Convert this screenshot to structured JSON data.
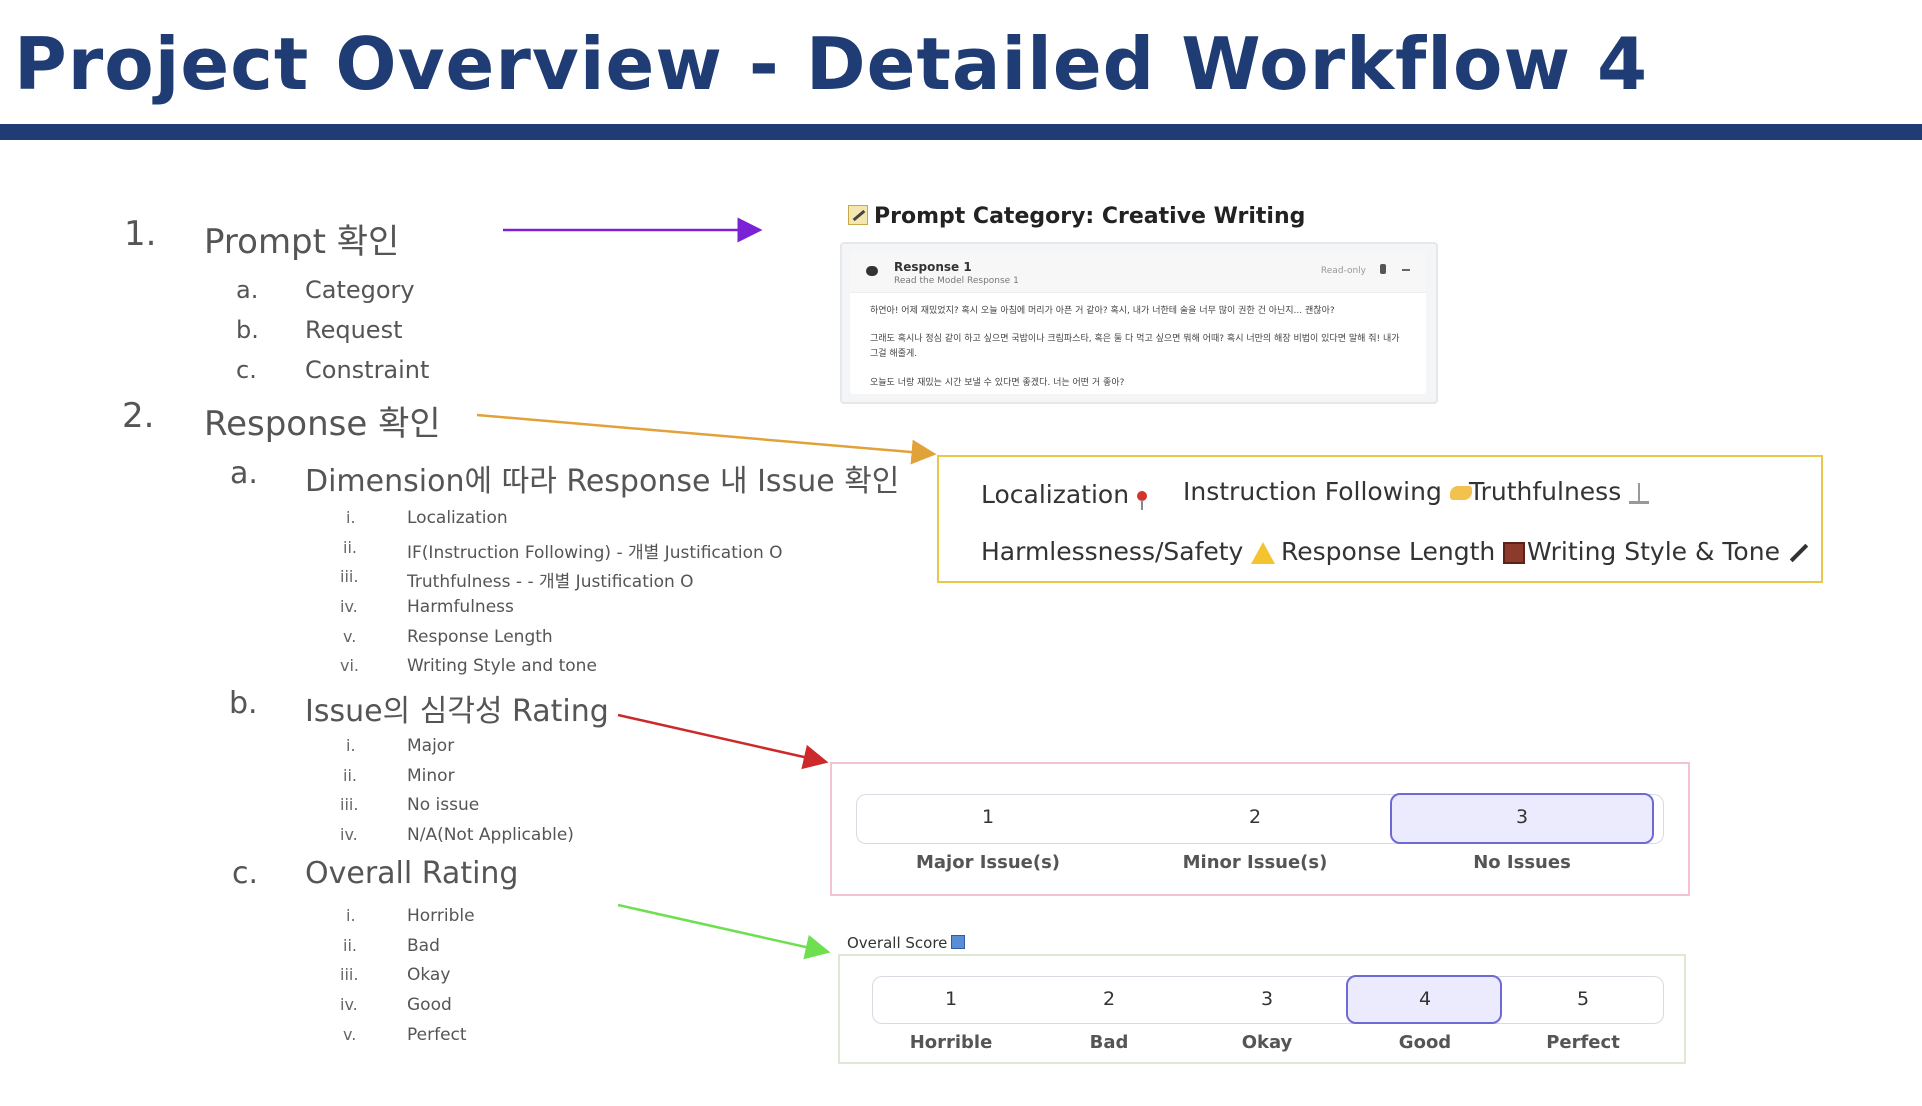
{
  "title": "Project Overview - Detailed Workflow 4",
  "outline": {
    "item1": {
      "num": "1.",
      "label": "Prompt 확인",
      "subs": [
        {
          "letter": "a.",
          "label": "Category"
        },
        {
          "letter": "b.",
          "label": "Request"
        },
        {
          "letter": "c.",
          "label": "Constraint"
        }
      ]
    },
    "item2": {
      "num": "2.",
      "label": "Response 확인",
      "a": {
        "letter": "a.",
        "label": "Dimension에 따라 Response 내 Issue 확인",
        "items": [
          {
            "num": "i.",
            "label": "Localization"
          },
          {
            "num": "ii.",
            "label": "IF(Instruction Following) - 개별 Justification O"
          },
          {
            "num": "iii.",
            "label": "Truthfulness -  - 개별 Justification O"
          },
          {
            "num": "iv.",
            "label": "Harmfulness"
          },
          {
            "num": "v.",
            "label": "Response Length"
          },
          {
            "num": "vi.",
            "label": "Writing Style and tone"
          }
        ]
      },
      "b": {
        "letter": "b.",
        "label": "Issue의 심각성 Rating",
        "items": [
          {
            "num": "i.",
            "label": "Major"
          },
          {
            "num": "ii.",
            "label": "Minor"
          },
          {
            "num": "iii.",
            "label": "No issue"
          },
          {
            "num": "iv.",
            "label": "N/A(Not Applicable)"
          }
        ]
      },
      "c": {
        "letter": "c.",
        "label": "Overall Rating",
        "items": [
          {
            "num": "i.",
            "label": "Horrible"
          },
          {
            "num": "ii.",
            "label": "Bad"
          },
          {
            "num": "iii.",
            "label": "Okay"
          },
          {
            "num": "iv.",
            "label": "Good"
          },
          {
            "num": "v.",
            "label": "Perfect"
          }
        ]
      }
    }
  },
  "prompt_category": "Prompt Category: Creative Writing",
  "response_card": {
    "title": "Response 1",
    "subtitle": "Read the Model Response 1",
    "status": "Read-only",
    "para1": "하연아! 어제 재밌었지? 혹시 오늘 아침에 머리가 아픈 거 같아? 혹시, 내가 너한테 술을 너무 많이 권한 건 아닌지... 괜찮아?",
    "para2": "그래도 혹시나 정심 같이 하고 싶으면 국밥이나 크림파스타, 혹은 둘 다 먹고 싶으면 뭐해 어때? 혹시 너만의 해장 비법이 있다면 말해 줘! 내가 그걸 해줄게.",
    "para3": "오늘도 너랑 재밌는 시간 보낼 수 있다면 좋겠다. 너는 어떤 거 좋아?"
  },
  "dimensions": {
    "localization": "Localization",
    "instruction_following": "Instruction Following",
    "truthfulness": "Truthfulness",
    "harmlessness": "Harmlessness/Safety",
    "response_length": "Response Length",
    "writing_style": "Writing Style & Tone"
  },
  "severity": {
    "options": [
      {
        "value": "1",
        "label": "Major Issue(s)"
      },
      {
        "value": "2",
        "label": "Minor Issue(s)"
      },
      {
        "value": "3",
        "label": "No Issues"
      }
    ],
    "selected": "3"
  },
  "overall_score": {
    "title": "Overall Score",
    "options": [
      {
        "value": "1",
        "label": "Horrible"
      },
      {
        "value": "2",
        "label": "Bad"
      },
      {
        "value": "3",
        "label": "Okay"
      },
      {
        "value": "4",
        "label": "Good"
      },
      {
        "value": "5",
        "label": "Perfect"
      }
    ],
    "selected": "4"
  },
  "colors": {
    "title": "#1f3c74",
    "arrow_prompt": "#7b22d6",
    "arrow_response": "#e1a23a",
    "arrow_severity": "#cc2a2a",
    "arrow_overall": "#6ee050",
    "selection": "#6d6ad6"
  }
}
